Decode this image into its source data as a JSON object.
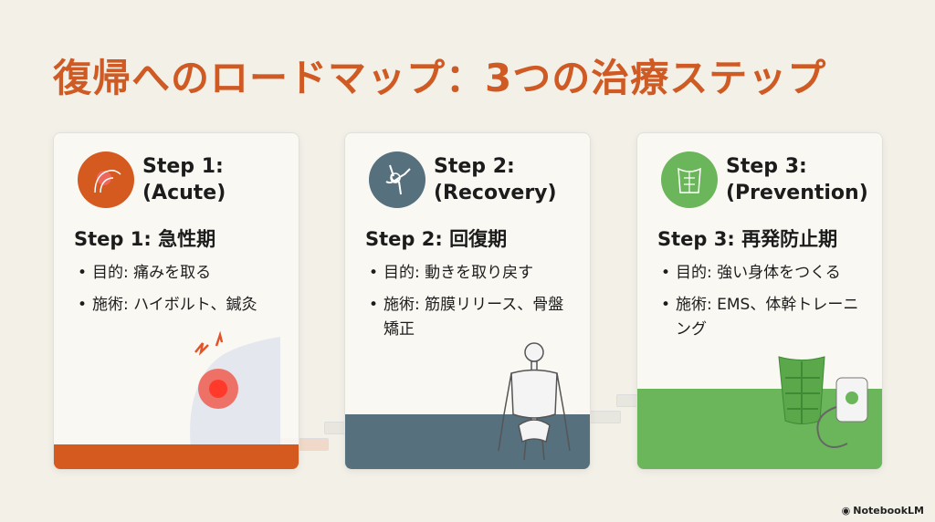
{
  "title": "復帰へのロードマップ：3つの治療ステップ",
  "cards": [
    {
      "label_line1": "Step 1:",
      "label_line2": "(Acute)",
      "heading": "Step 1: 急性期",
      "bullets": [
        "目的: 痛みを取る",
        "施術: ハイボルト、鍼灸"
      ],
      "icon": "shoulder-pain-icon",
      "color": "#d45a1f"
    },
    {
      "label_line1": "Step 2:",
      "label_line2": "(Recovery)",
      "heading": "Step 2: 回復期",
      "bullets": [
        "目的: 動きを取り戻す",
        "施術: 筋膜リリース、骨盤矯正"
      ],
      "icon": "joint-icon",
      "color": "#56707e"
    },
    {
      "label_line1": "Step 3:",
      "label_line2": "(Prevention)",
      "heading": "Step 3: 再発防止期",
      "bullets": [
        "目的: 強い身体をつくる",
        "施術: EMS、体幹トレーニング"
      ],
      "icon": "torso-icon",
      "color": "#6bb65a"
    }
  ],
  "footer": "NotebookLM"
}
